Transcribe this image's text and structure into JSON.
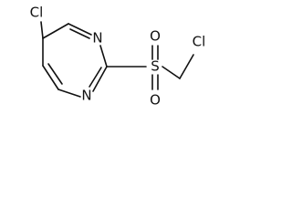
{
  "molecule": {
    "atoms": {
      "cl_ring": "Cl",
      "n_top": "N",
      "n_bottom": "N",
      "sulfur": "S",
      "oxygen_top": "O",
      "oxygen_bottom": "O",
      "cl_methyl": "Cl"
    }
  }
}
